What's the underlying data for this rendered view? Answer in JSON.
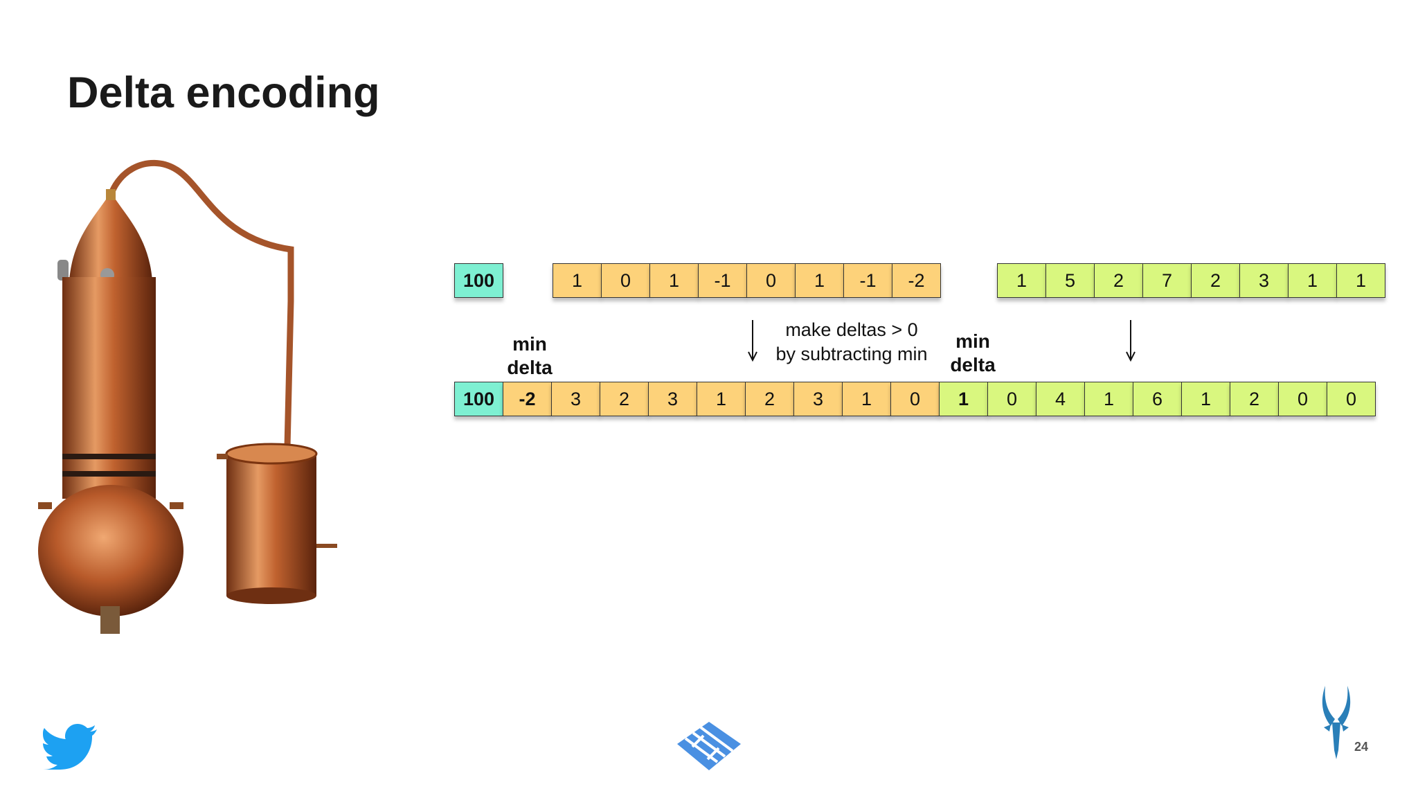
{
  "title": "Delta encoding",
  "diagram": {
    "top_base": "100",
    "top_block1": [
      "1",
      "0",
      "1",
      "-1",
      "0",
      "1",
      "-1",
      "-2"
    ],
    "top_block2": [
      "1",
      "5",
      "2",
      "7",
      "2",
      "3",
      "1",
      "1"
    ],
    "bottom_base": "100",
    "bottom_block1_min": "-2",
    "bottom_block1": [
      "3",
      "2",
      "3",
      "1",
      "2",
      "3",
      "1",
      "0"
    ],
    "bottom_block2_min": "1",
    "bottom_block2": [
      "0",
      "4",
      "1",
      "6",
      "1",
      "2",
      "0",
      "0"
    ],
    "min_delta_label_1": [
      "min",
      "delta"
    ],
    "min_delta_label_2": [
      "min",
      "delta"
    ],
    "note_lines": [
      "make deltas > 0",
      "by subtracting min"
    ]
  },
  "colors": {
    "base": "#7ef0d2",
    "block1": "#fdd27a",
    "block2": "#d9f77f",
    "twitter": "#1da1f2",
    "logo_blue": "#4a90e2",
    "antelope": "#2a7fb8",
    "copper": "#c06a3a"
  },
  "footer": {
    "left_icon": "twitter-bird-icon",
    "center_icon": "parquet-logo-icon",
    "right_icon": "antelope-logo-icon",
    "page_number": "24"
  }
}
